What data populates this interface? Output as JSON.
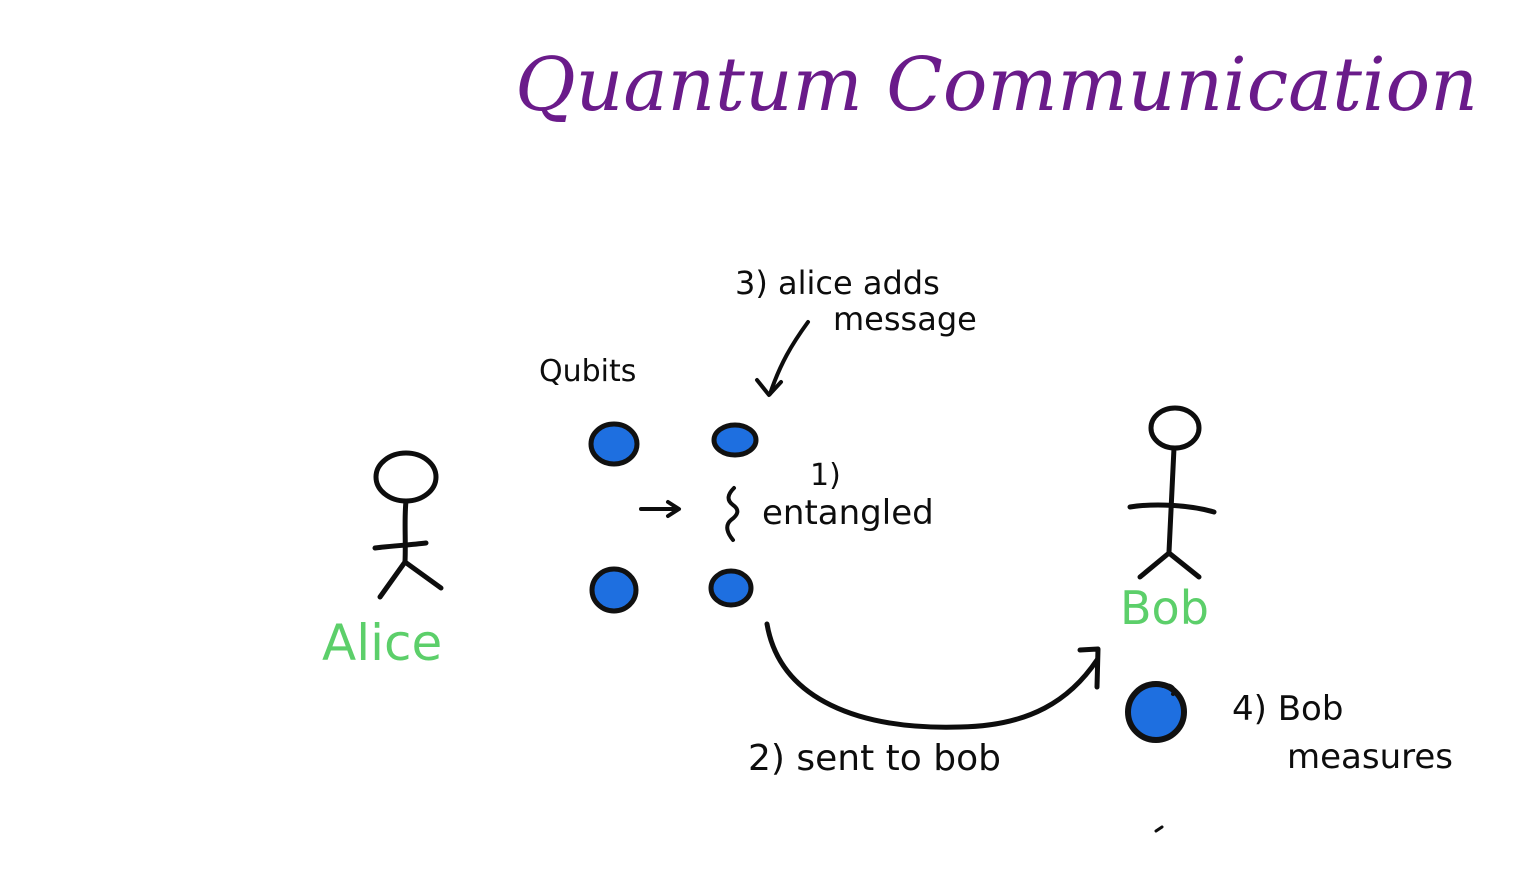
{
  "diagram": {
    "title": "Quantum Communication",
    "labels": {
      "qubits": "Qubits",
      "step1_number": "1)",
      "step1_text": "entangled",
      "step2": "2) sent to bob",
      "step3_line1": "3) alice adds",
      "step3_line2": "message",
      "step4_line1": "4) Bob",
      "step4_line2": "measures"
    },
    "people": {
      "alice": "Alice",
      "bob": "Bob"
    },
    "colors": {
      "title": "#6a1b8a",
      "ink": "#0d0d0d",
      "person_label": "#5ccf6a",
      "qubit_fill": "#1e6fe0",
      "qubit_ring": "#111111",
      "background": "#ffffff"
    }
  }
}
